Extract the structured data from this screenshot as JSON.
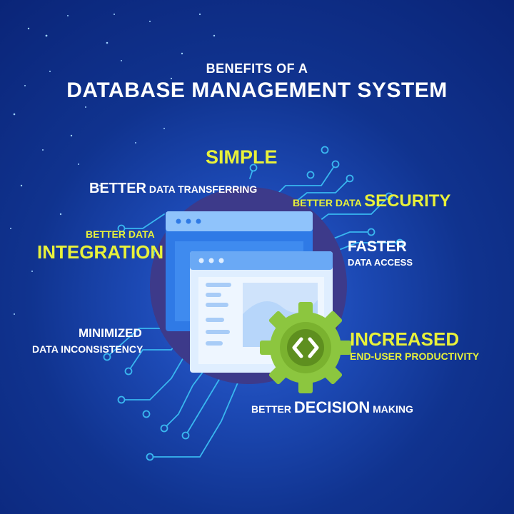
{
  "title": {
    "line1": "BENEFITS OF A",
    "line2": "DATABASE MANAGEMENT SYSTEM"
  },
  "benefits": {
    "simple": "SIMPLE",
    "data_transferring": {
      "bold": "BETTER",
      "rest": " DATA TRANSFERRING"
    },
    "security": {
      "prefix": "BETTER DATA ",
      "big": "SECURITY"
    },
    "integration": {
      "line1": "BETTER DATA",
      "line2": "INTEGRATION"
    },
    "faster": {
      "line1": "FASTER",
      "line2": "DATA ACCESS"
    },
    "minimized": {
      "line1": "MINIMIZED",
      "line2": "DATA INCONSISTENCY"
    },
    "productivity": {
      "line1": "INCREASED",
      "line2": "END-USER PRODUCTIVITY"
    },
    "decision": {
      "pre": "BETTER ",
      "big": "DECISION",
      "post": " MAKING"
    }
  },
  "colors": {
    "accent_yellow": "#e8f13a",
    "circle": "#3d3a8a",
    "window_blue": "#4a8df0",
    "gear_green": "#8cc63f"
  },
  "icons": [
    "browser-window-icon",
    "gear-icon",
    "code-brackets-icon"
  ]
}
